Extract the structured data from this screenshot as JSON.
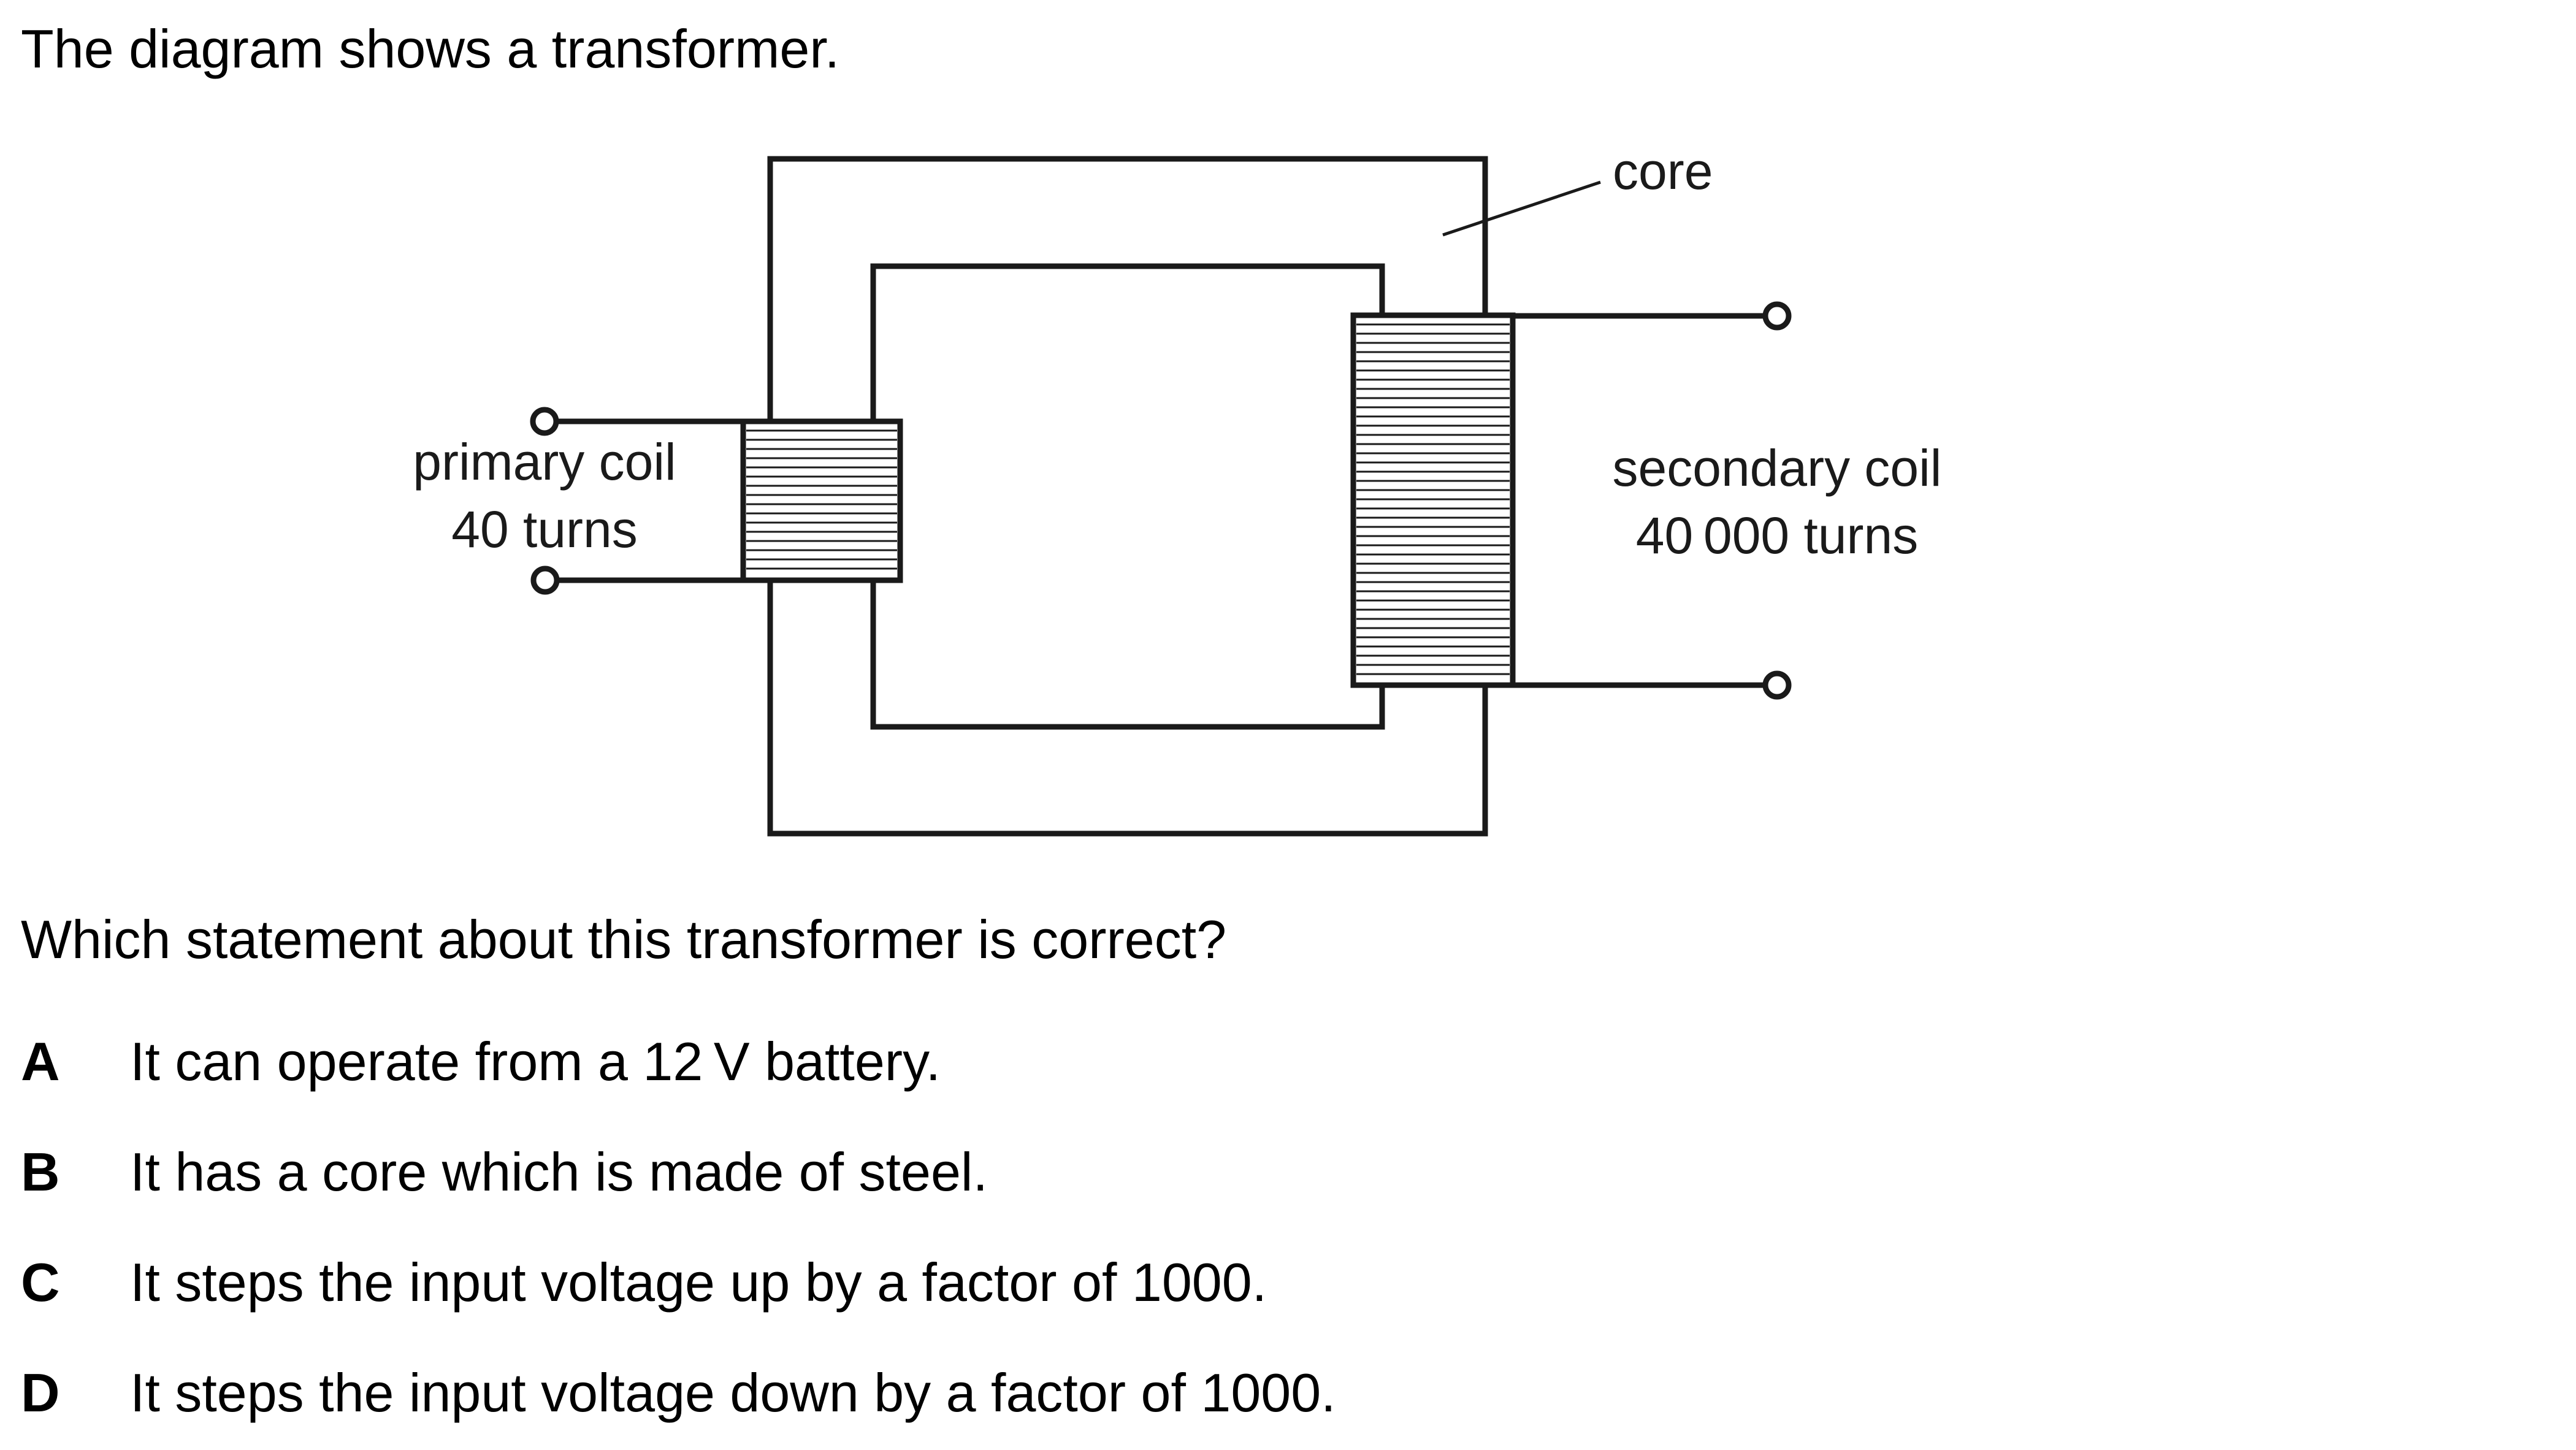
{
  "intro_text": "The diagram shows a transformer.",
  "diagram": {
    "labels": {
      "core": "core",
      "primary_line1": "primary coil",
      "primary_line2": "40 turns",
      "secondary_line1": "secondary coil",
      "secondary_line2": "40 000 turns"
    },
    "primary_turns": 40,
    "secondary_turns": 40000,
    "line_color": "#1a1a1a"
  },
  "question": "Which statement about this transformer is correct?",
  "options": [
    {
      "letter": "A",
      "text": "It can operate from a 12 V battery."
    },
    {
      "letter": "B",
      "text": "It has a core which is made of steel."
    },
    {
      "letter": "C",
      "text": "It steps the input voltage up by a factor of 1000."
    },
    {
      "letter": "D",
      "text": "It steps the input voltage down by a factor of 1000."
    }
  ]
}
